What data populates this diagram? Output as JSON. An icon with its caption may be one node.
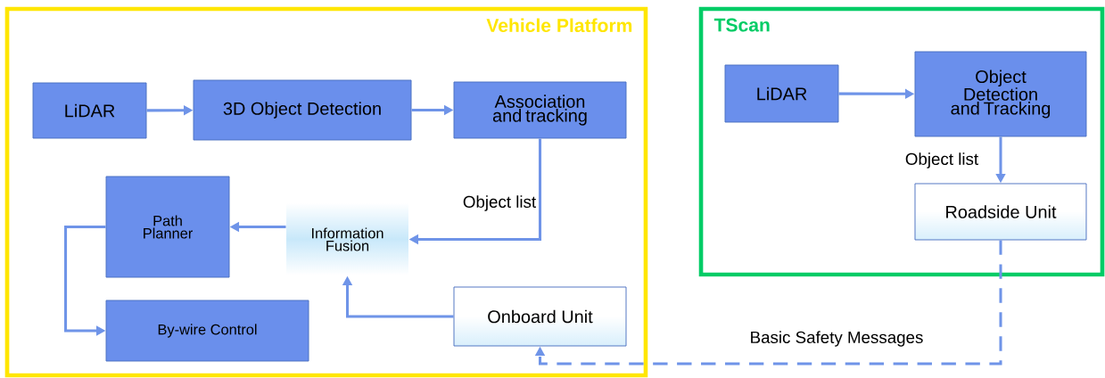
{
  "diagram": {
    "nodes": [
      {
        "text": [
          "Vehicle Platform"
        ]
      },
      {
        "text": [
          "LiDAR"
        ],
        "in": 0
      },
      {
        "text": [
          "3D Object Detection"
        ],
        "in": 0
      },
      {
        "text": [
          "Association and tracking"
        ],
        "in": 0
      },
      {
        "text": [
          "Path Planner"
        ],
        "in": 0
      },
      {
        "text": [
          "Information Fusion"
        ],
        "in": 0
      },
      {
        "text": [
          "By-wire Control"
        ],
        "in": 0
      },
      {
        "text": [
          "Onboard Unit"
        ],
        "in": 0
      },
      {
        "text": [
          "TScan"
        ]
      },
      {
        "text": [
          "LiDAR"
        ],
        "in": 8
      },
      {
        "text": [
          "Object Detection and Tracking"
        ],
        "in": 8
      },
      {
        "text": [
          "Roadside Unit"
        ],
        "in": 8
      }
    ],
    "edges": [
      {
        "from": 1,
        "to": 2,
        "arrow": "to"
      },
      {
        "from": 2,
        "to": 3,
        "arrow": "to"
      },
      {
        "from": 3,
        "to": 5,
        "arrow": "to",
        "label": "Object list"
      },
      {
        "from": 5,
        "to": 4,
        "arrow": "to"
      },
      {
        "from": 4,
        "to": 6,
        "arrow": "to"
      },
      {
        "from": 7,
        "to": 5,
        "arrow": "to"
      },
      {
        "from": 9,
        "to": 10,
        "arrow": "to"
      },
      {
        "from": 10,
        "to": 11,
        "arrow": "to",
        "label": "Object list"
      },
      {
        "from": 11,
        "to": 7,
        "arrow": "to",
        "style": "dashed",
        "label": "Basic Safety Messages"
      }
    ]
  }
}
